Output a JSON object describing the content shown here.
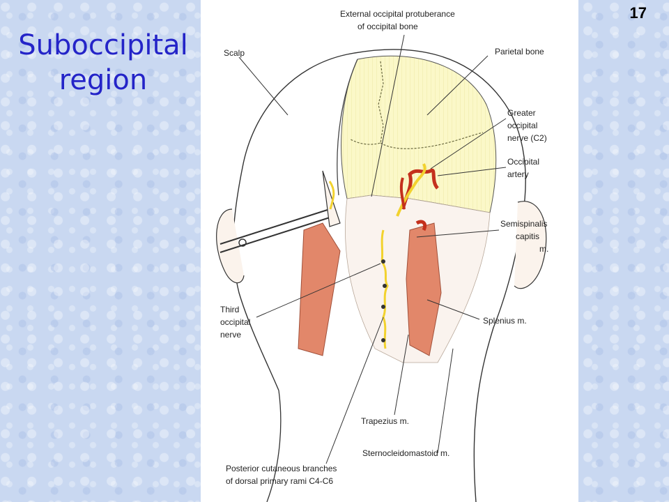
{
  "slide": {
    "title_line1": "Suboccipital",
    "title_line2": "region",
    "number": "17"
  },
  "colors": {
    "title": "#2424c8",
    "background": "#c9d8f1",
    "bone": "#fbf8c8",
    "muscle": "#e2876a",
    "nerve": "#f2d22e",
    "artery": "#c4301c"
  },
  "labels": {
    "external_occipital_1": "External occipital protuberance",
    "external_occipital_2": "of occipital bone",
    "scalp": "Scalp",
    "parietal_bone": "Parietal bone",
    "greater_occipital_1": "Greater",
    "greater_occipital_2": "occipital",
    "greater_occipital_3": "nerve (C2)",
    "occipital_artery_1": "Occipital",
    "occipital_artery_2": "artery",
    "semispinalis_1": "Semispinalis",
    "semispinalis_2": "capitis",
    "semispinalis_3": "m.",
    "third_occipital_1": "Third",
    "third_occipital_2": "occipital",
    "third_occipital_3": "nerve",
    "splenius": "Splenius m.",
    "trapezius": "Trapezius m.",
    "sternocleidomastoid": "Sternocleidomastoid m.",
    "posterior_cutaneous_1": "Posterior cutaneous branches",
    "posterior_cutaneous_2": "of dorsal primary rami C4-C6"
  }
}
